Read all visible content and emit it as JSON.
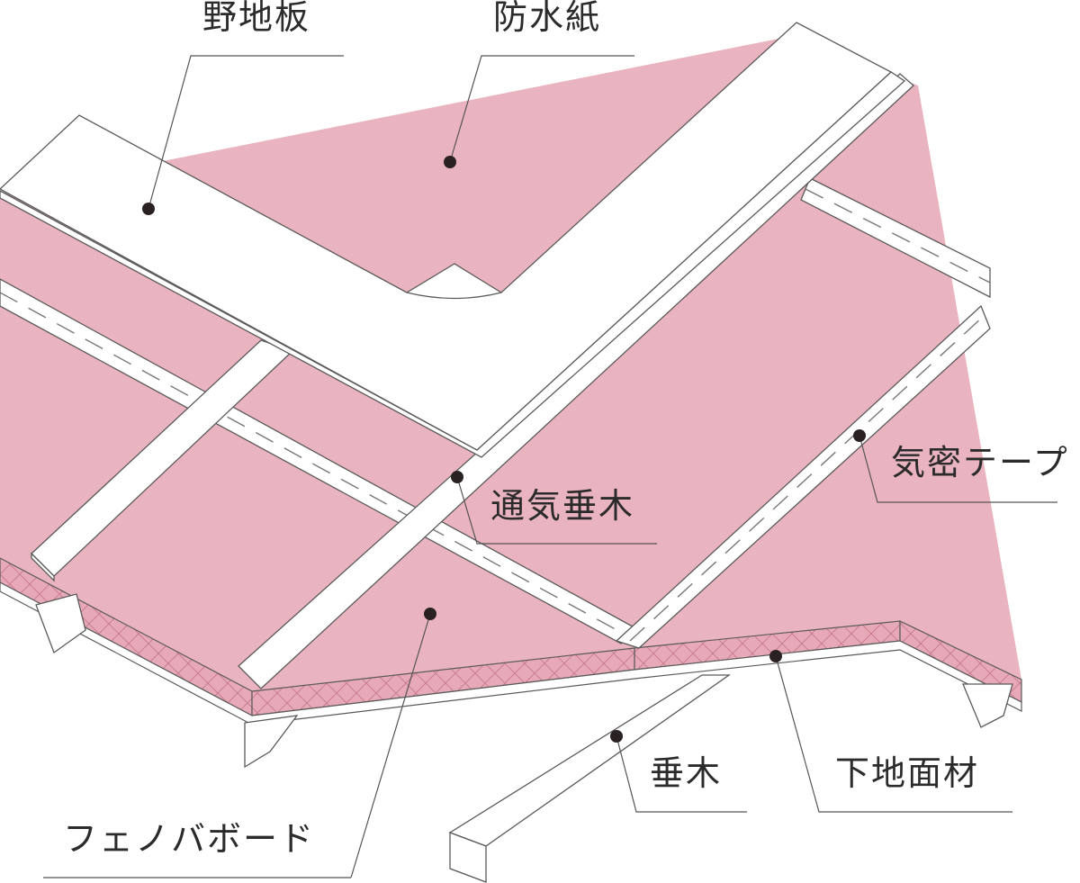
{
  "labels": {
    "nojiita": "野地板",
    "bousuishi": "防水紙",
    "kimitsu_tape": "気密テープ",
    "tsuuki_taruki": "通気垂木",
    "phenol_board": "フェノバボード",
    "taruki": "垂木",
    "shitaji_menzai": "下地面材"
  },
  "colors": {
    "insulation": "#e9b3bf",
    "insulation_edge": "#d88fa0",
    "timber": "#ffffff",
    "line": "#5a5a5a",
    "text": "#2b2b2b"
  }
}
